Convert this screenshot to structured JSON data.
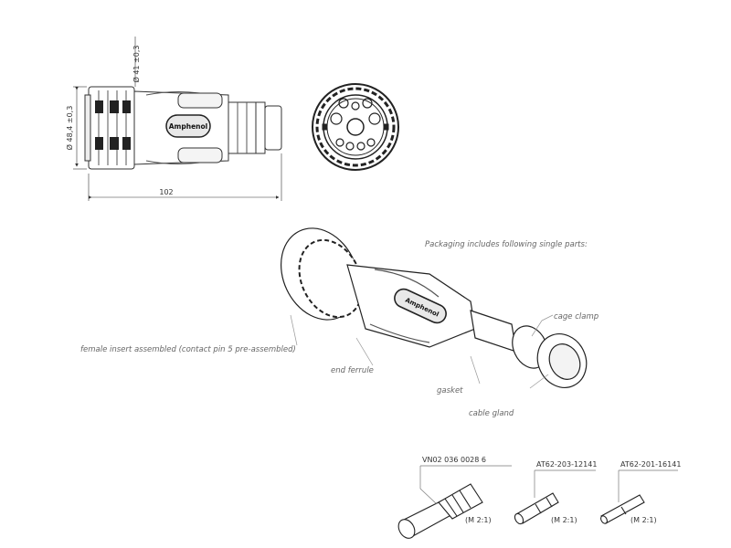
{
  "dimensions": {
    "length": "102",
    "front_diameter": "Ø 48,4 ±0,3",
    "rear_diameter": "Ø 41 ±0,3"
  },
  "brand": "Amphenol",
  "packaging_note": "Packaging includes following single parts:",
  "callouts": {
    "cage_clamp": "cage clamp",
    "female_insert": "female insert assembled (contact pin 5 pre-assembled)",
    "end_ferrule": "end ferrule",
    "gasket": "gasket",
    "cable_gland": "cable gland"
  },
  "parts": [
    {
      "number": "VN02  036  0028  6",
      "scale": "(M 2:1)"
    },
    {
      "number": "AT62-203-12141",
      "scale": "(M 2:1)"
    },
    {
      "number": "AT62-201-16141",
      "scale": "(M 2:1)"
    }
  ]
}
